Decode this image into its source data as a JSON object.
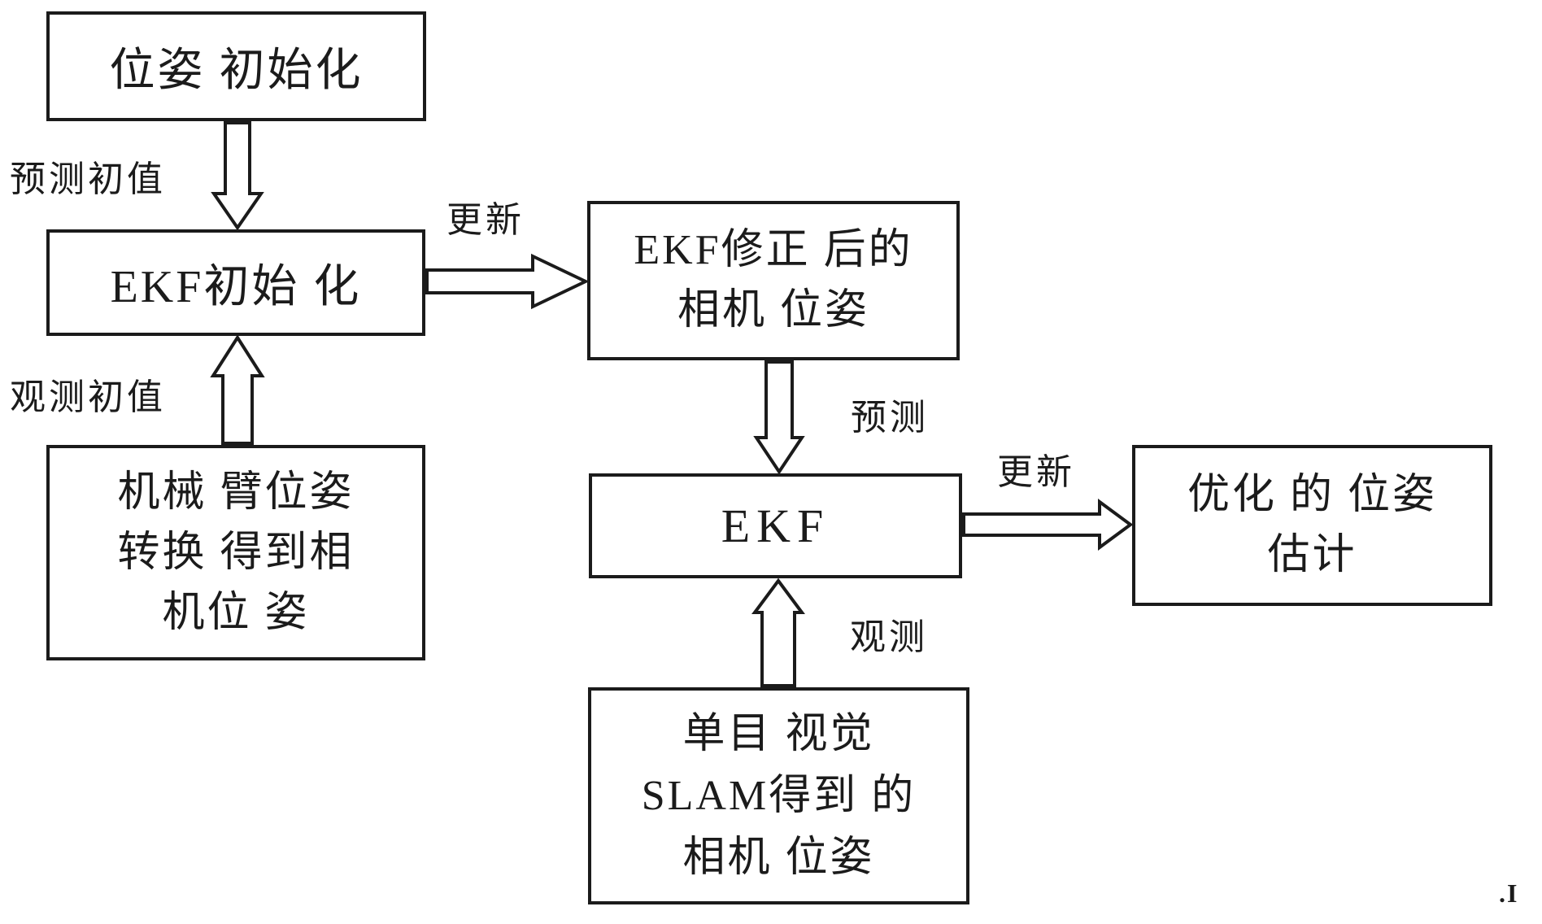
{
  "page": {
    "background": "#ffffff",
    "ink": "#1b1b1b"
  },
  "boxes": {
    "pose_init": {
      "lines": [
        "位姿 初始化"
      ]
    },
    "ekf_init": {
      "lines": [
        "EKF初始 化"
      ]
    },
    "arm_pose": {
      "lines": [
        "机械 臂位姿",
        "转换 得到相",
        "机位 姿"
      ]
    },
    "ekf_corrected": {
      "lines": [
        "EKF修正 后的",
        "相机 位姿"
      ]
    },
    "ekf": {
      "lines": [
        "EKF"
      ]
    },
    "mono_slam": {
      "lines": [
        "单目 视觉",
        "SLAM得到 的",
        "相机 位姿"
      ]
    },
    "optimized": {
      "lines": [
        "优化 的 位姿",
        "估计"
      ]
    }
  },
  "edge_labels": {
    "prediction_initial": "预测初值",
    "observation_initial": "观测初值",
    "update_top": "更新",
    "prediction": "预测",
    "observation": "观测",
    "update_right": "更新"
  },
  "artifact": {
    "corner_mark": ".I"
  }
}
